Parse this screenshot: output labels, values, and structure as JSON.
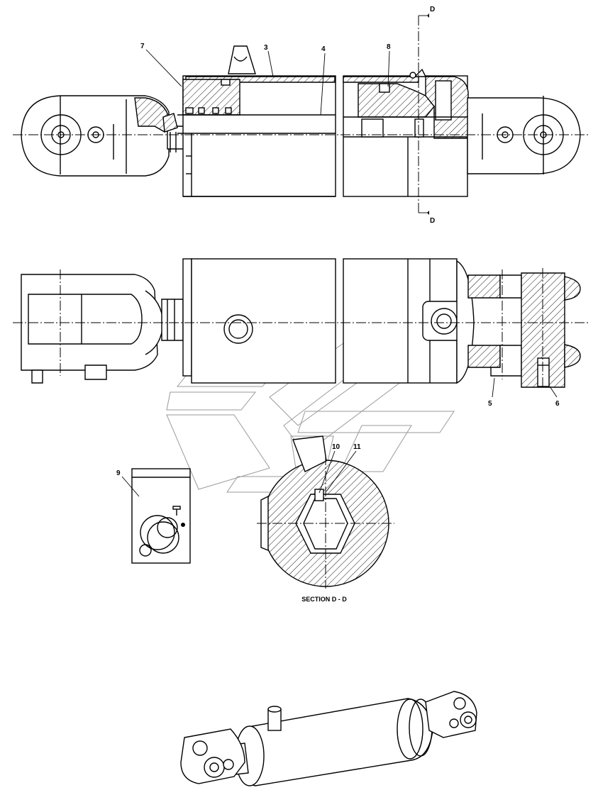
{
  "callouts": {
    "c3": "3",
    "c4": "4",
    "c5": "5",
    "c6": "6",
    "c7": "7",
    "c8": "8",
    "c9": "9",
    "c10": "10",
    "c11": "11"
  },
  "section_marks": {
    "top": "D",
    "bottom": "D"
  },
  "section_caption": "SECTION D - D"
}
